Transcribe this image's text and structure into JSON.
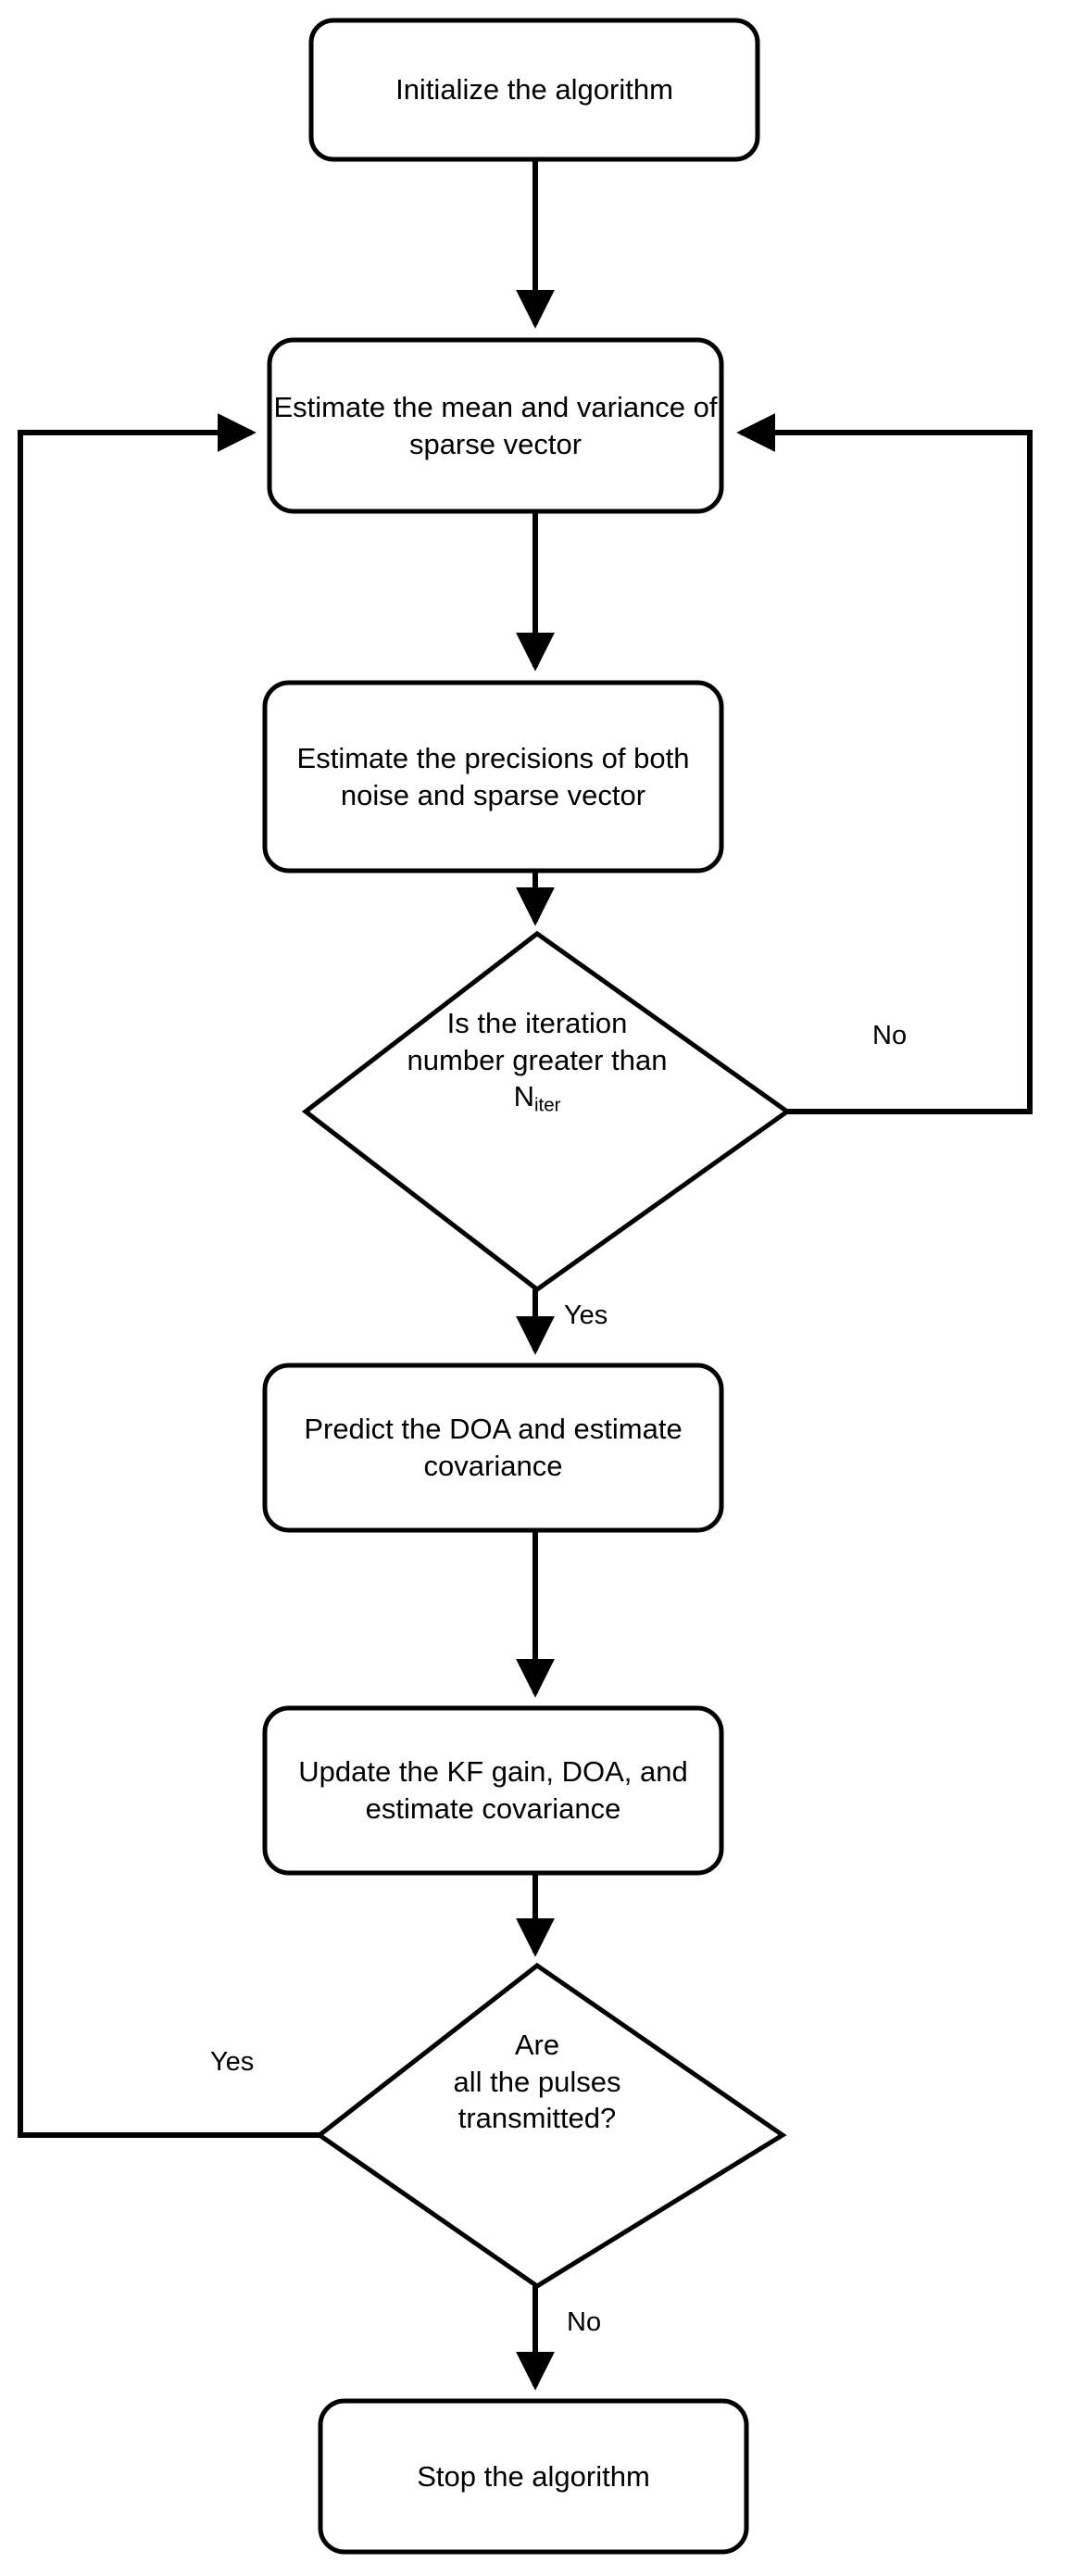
{
  "diagram": {
    "type": "flowchart",
    "title": "Sparse Bayesian learning Kalman filter DOA tracking algorithm flowchart",
    "orientation": "top-to-bottom",
    "background_color": "#ffffff",
    "line_color": "#000000",
    "text_color": "#000000"
  },
  "nodes": [
    {
      "id": "initialize",
      "shape": "rounded-rectangle",
      "label": "Initialize the algorithm",
      "lines": [
        "Initialize the algorithm"
      ]
    },
    {
      "id": "estimate-mean-variance",
      "shape": "rounded-rectangle",
      "label": "Estimate the mean and variance of sparse vector",
      "lines": [
        "Estimate the mean and",
        "variance of sparse vector"
      ]
    },
    {
      "id": "estimate-precisions",
      "shape": "rounded-rectangle",
      "label": "Estimate the precisions of both noise and sparse vector",
      "lines": [
        "Estimate the precisions of",
        "both noise and sparse",
        "vector"
      ]
    },
    {
      "id": "iteration-check",
      "shape": "diamond",
      "label": "Is the iteration number greater than Niter",
      "lines": [
        "Is the iteration",
        "number greater than"
      ],
      "math_line": {
        "base": "N",
        "subscript": "iter"
      }
    },
    {
      "id": "predict-doa",
      "shape": "rounded-rectangle",
      "label": "Predict the DOA and estimate covariance",
      "lines": [
        "Predict the DOA and",
        "estimate covariance"
      ]
    },
    {
      "id": "update-kf",
      "shape": "rounded-rectangle",
      "label": "Update the KF gain, DOA, and estimate covariance",
      "lines": [
        "Update the KF gain, DOA,",
        "and estimate covariance"
      ]
    },
    {
      "id": "pulses-check",
      "shape": "diamond",
      "label": "Are all the pulses transmitted?",
      "lines": [
        "Are",
        "all the pulses",
        "transmitted?"
      ]
    },
    {
      "id": "stop",
      "shape": "rounded-rectangle",
      "label": "Stop the algorithm",
      "lines": [
        "Stop the algorithm"
      ]
    }
  ],
  "edges": [
    {
      "id": "e1",
      "from": "initialize",
      "to": "estimate-mean-variance",
      "label": ""
    },
    {
      "id": "e2",
      "from": "estimate-mean-variance",
      "to": "estimate-precisions",
      "label": ""
    },
    {
      "id": "e3",
      "from": "estimate-precisions",
      "to": "iteration-check",
      "label": ""
    },
    {
      "id": "e4",
      "from": "iteration-check",
      "to": "estimate-mean-variance",
      "label": "No",
      "route": "right-loop"
    },
    {
      "id": "e5",
      "from": "iteration-check",
      "to": "predict-doa",
      "label": "Yes",
      "route": "down"
    },
    {
      "id": "e6",
      "from": "predict-doa",
      "to": "update-kf",
      "label": ""
    },
    {
      "id": "e7",
      "from": "update-kf",
      "to": "pulses-check",
      "label": ""
    },
    {
      "id": "e8",
      "from": "pulses-check",
      "to": "estimate-mean-variance",
      "label": "Yes",
      "route": "left-loop"
    },
    {
      "id": "e9",
      "from": "pulses-check",
      "to": "stop",
      "label": "No",
      "route": "down"
    }
  ],
  "edge_labels": {
    "iteration_no": "No",
    "iteration_yes": "Yes",
    "pulses_yes": "Yes",
    "pulses_no": "No"
  }
}
